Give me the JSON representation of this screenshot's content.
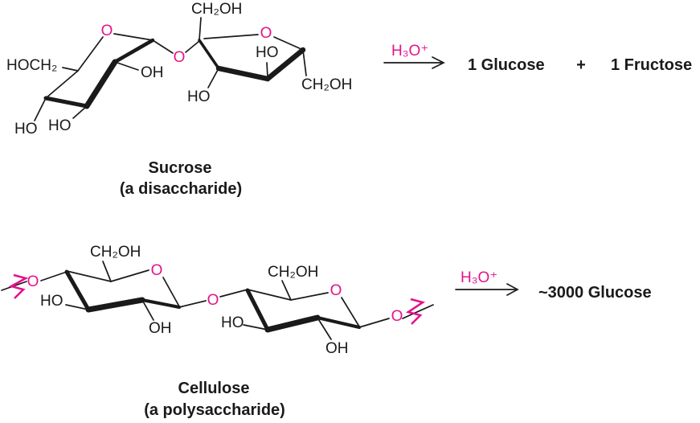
{
  "colors": {
    "accent_pink": "#e2148c",
    "ink_black": "#1a1a1a",
    "background": "#ffffff"
  },
  "sucrose": {
    "caption_line1": "Sucrose",
    "caption_line2": "(a disaccharide)",
    "glucose": {
      "hoch2": "HOCH₂",
      "ring_o": "O",
      "oh_c2": "OH",
      "ho_c3": "HO",
      "ho_c4": "HO"
    },
    "glycosidic_o": "O",
    "fructose": {
      "ch2oh_top": "CH₂OH",
      "ring_o": "O",
      "ho_c4": "HO",
      "ho_c3": "HO",
      "ch2oh_bottom": "CH₂OH"
    },
    "reaction": {
      "reagent": "H₃O⁺",
      "product1": "1 Glucose",
      "plus": "+",
      "product2": "1 Fructose"
    }
  },
  "cellulose": {
    "caption_line1": "Cellulose",
    "caption_line2": "(a polysaccharide)",
    "left_o": "O",
    "ring1": {
      "ch2oh": "CH₂OH",
      "ring_o": "O",
      "ho_c3": "HO",
      "oh_c2": "OH"
    },
    "mid_o": "O",
    "ring2": {
      "ch2oh": "CH₂OH",
      "ring_o": "O",
      "ho_c3": "HO",
      "oh_c2": "OH"
    },
    "right_o": "O",
    "reaction": {
      "reagent": "H₃O⁺",
      "product": "~3000 Glucose"
    }
  }
}
